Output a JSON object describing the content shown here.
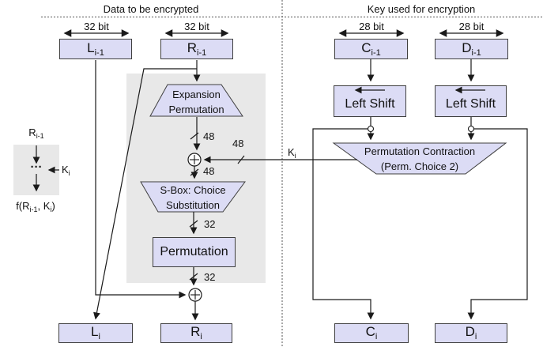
{
  "colors": {
    "box_fill": "#dcdcf5",
    "box_border": "#3f3f3f",
    "panel_gray": "#e8e8e8",
    "line": "#1a1a1a",
    "dash": "#555555"
  },
  "headers": {
    "left": "Data to be encrypted",
    "right": "Key used for encryption"
  },
  "bus_widths": {
    "left1": "32 bit",
    "left2": "32 bit",
    "right1": "28 bit",
    "right2": "28 bit"
  },
  "registers": {
    "l_prev": {
      "main": "L",
      "sub": "i-1"
    },
    "r_prev": {
      "main": "R",
      "sub": "i-1"
    },
    "c_prev": {
      "main": "C",
      "sub": "i-1"
    },
    "d_prev": {
      "main": "D",
      "sub": "i-1"
    },
    "l_next": {
      "main": "L",
      "sub": "i"
    },
    "r_next": {
      "main": "R",
      "sub": "i"
    },
    "c_next": {
      "main": "C",
      "sub": "i"
    },
    "d_next": {
      "main": "D",
      "sub": "i"
    }
  },
  "blocks": {
    "expansion": {
      "line1": "Expansion",
      "line2": "Permutation"
    },
    "sbox": {
      "line1": "S-Box: Choice",
      "line2": "Substitution"
    },
    "permutation": "Permutation",
    "left_shift_1": "Left Shift",
    "left_shift_2": "Left Shift",
    "perm_contraction": {
      "line1": "Permutation Contraction",
      "line2": "(Perm. Choice 2)"
    }
  },
  "bit_labels": {
    "b48_expansion": "48",
    "b48_key": "48",
    "b48_sbox_in": "48",
    "b32_sbox_out": "32",
    "b32_perm_out": "32"
  },
  "key_label": {
    "main": "K",
    "sub": "i"
  },
  "legend": {
    "input": {
      "main": "R",
      "sub": "i-1"
    },
    "dots": "···",
    "key": {
      "main": "K",
      "sub": "i"
    },
    "output_parts": [
      "f(R",
      "i-1",
      ", K",
      "i",
      ")"
    ]
  }
}
